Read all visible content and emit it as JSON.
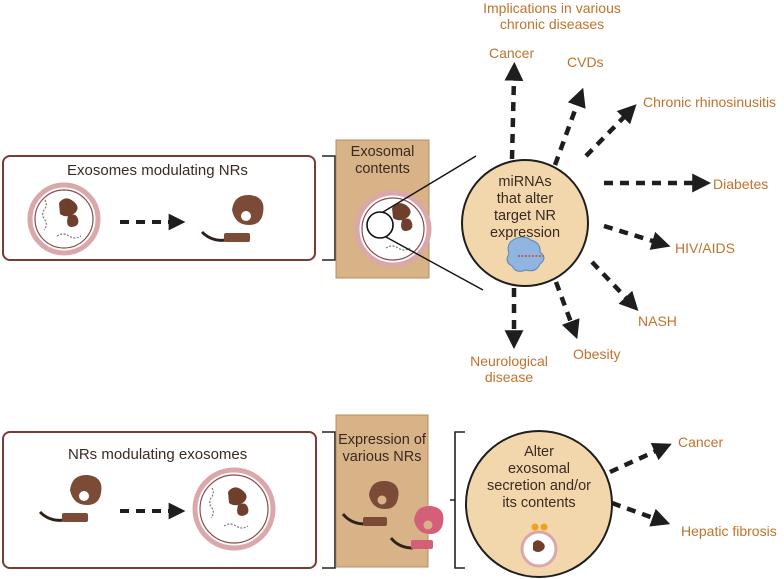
{
  "top": {
    "panel_title": "Exosomes modulating NRs",
    "contents_box": [
      "Exosomal",
      "contents"
    ],
    "circle_text": [
      "miRNAs",
      "that alter",
      "target NR",
      "expression"
    ],
    "header": [
      "Implications in various",
      "chronic diseases"
    ],
    "diseases": {
      "cancer": "Cancer",
      "cvds": "CVDs",
      "chronic_rhinosinusitis": "Chronic rhinosinusitis",
      "diabetes": "Diabetes",
      "hiv_aids": "HIV/AIDS",
      "nash": "NASH",
      "obesity": "Obesity",
      "neurological": [
        "Neurological",
        "disease"
      ]
    }
  },
  "bottom": {
    "panel_title": "NRs modulating exosomes",
    "expression_box": [
      "Expression of",
      "various NRs"
    ],
    "circle_text": [
      "Alter",
      "exosomal",
      "secretion and/or",
      "its contents"
    ],
    "outcomes": {
      "cancer": "Cancer",
      "hepatic_fibrosis": "Hepatic fibrosis"
    }
  },
  "colors": {
    "panel_border": "#7a3b33",
    "box_fill": "#d7b387",
    "circle_fill": "#f2d7ad",
    "accent_text": "#c0732c",
    "receptor_brown": "#7b4b38",
    "receptor_pink": "#d35f78",
    "arrow": "#1e1e1e"
  }
}
